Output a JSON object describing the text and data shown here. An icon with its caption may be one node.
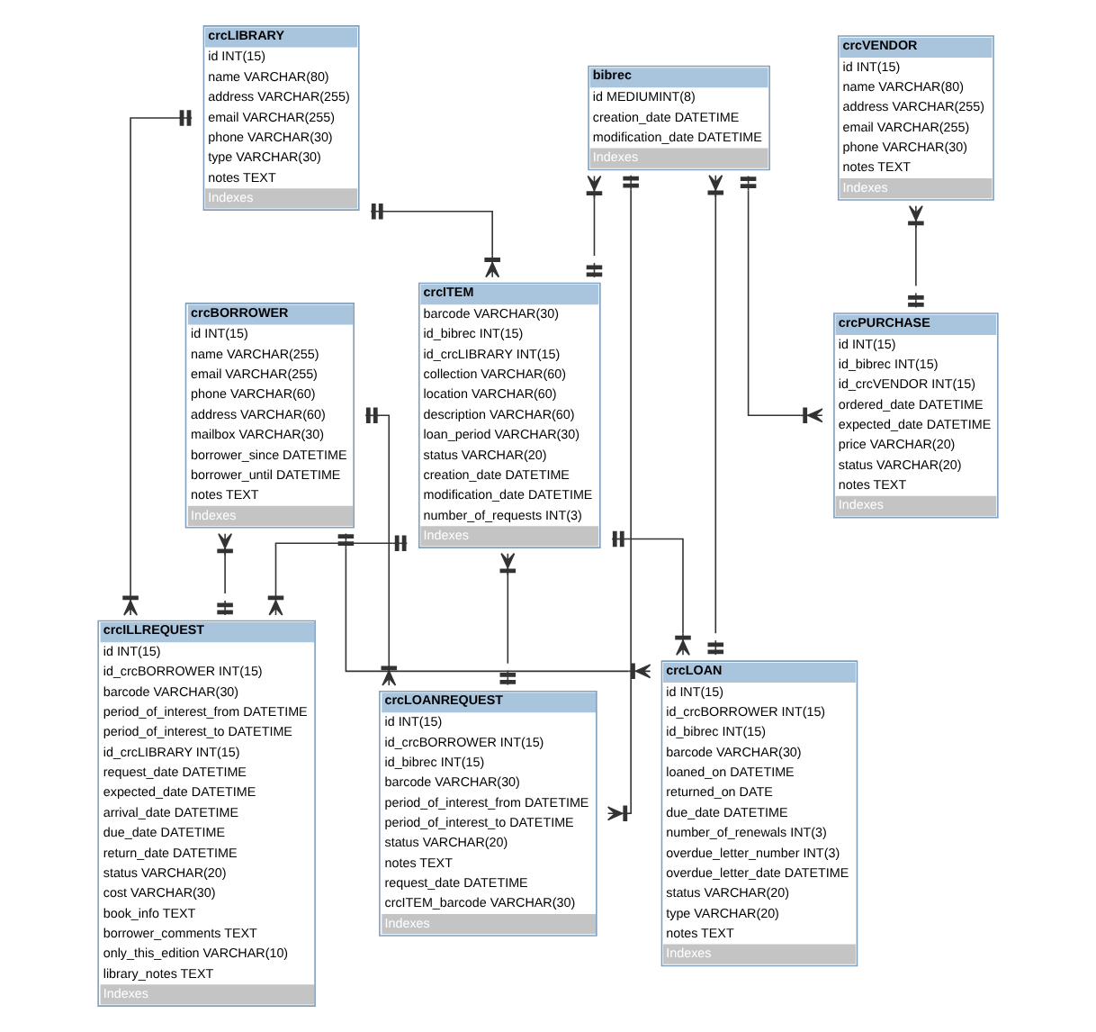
{
  "diagram": {
    "nodes": [
      {
        "text": [
          "crcLIBRARY",
          "id INT(15)",
          "name VARCHAR(80)",
          "address VARCHAR(255)",
          "email VARCHAR(255)",
          "phone VARCHAR(30)",
          "type VARCHAR(30)",
          "notes TEXT",
          "Indexes"
        ]
      },
      {
        "text": [
          "crcITEM",
          "barcode VARCHAR(30)",
          "id_bibrec INT(15)",
          "id_crcLIBRARY INT(15)",
          "collection VARCHAR(60)",
          "location VARCHAR(60)",
          "description VARCHAR(60)",
          "loan_period VARCHAR(30)",
          "status VARCHAR(20)",
          "creation_date DATETIME",
          "modification_date DATETIME",
          "number_of_requests INT(3)",
          "Indexes"
        ]
      },
      {
        "text": [
          "crcLOAN",
          "id INT(15)",
          "id_crcBORROWER INT(15)",
          "id_bibrec INT(15)",
          "barcode VARCHAR(30)",
          "loaned_on DATETIME",
          "returned_on DATE",
          "due_date DATETIME",
          "number_of_renewals INT(3)",
          "overdue_letter_number INT(3)",
          "overdue_letter_date DATETIME",
          "status VARCHAR(20)",
          "type VARCHAR(20)",
          "notes TEXT",
          "Indexes"
        ]
      },
      {
        "text": [
          "bibrec",
          "id MEDIUMINT(8)",
          "creation_date DATETIME",
          "modification_date DATETIME",
          "Indexes"
        ]
      },
      {
        "text": [
          "crcLOANREQUEST",
          "id INT(15)",
          "id_crcBORROWER INT(15)",
          "id_bibrec INT(15)",
          "barcode VARCHAR(30)",
          "period_of_interest_from DATETIME",
          "period_of_interest_to DATETIME",
          "status VARCHAR(20)",
          "notes TEXT",
          "request_date DATETIME",
          "crcITEM_barcode VARCHAR(30)",
          "Indexes"
        ]
      },
      {
        "text": [
          "crcILLREQUEST",
          "id INT(15)",
          "id_crcBORROWER INT(15)",
          "barcode VARCHAR(30)",
          "period_of_interest_from DATETIME",
          "period_of_interest_to DATETIME",
          "id_crcLIBRARY INT(15)",
          "request_date DATETIME",
          "expected_date DATETIME",
          "arrival_date DATETIME",
          "due_date DATETIME",
          "return_date DATETIME",
          "status VARCHAR(20)",
          "cost VARCHAR(30)",
          "book_info TEXT",
          "borrower_comments TEXT",
          "only_this_edition VARCHAR(10)",
          "library_notes TEXT",
          "Indexes"
        ]
      },
      {
        "text": [
          "crcPURCHASE",
          "id INT(15)",
          "id_bibrec INT(15)",
          "id_crcVENDOR INT(15)",
          "ordered_date DATETIME",
          "expected_date DATETIME",
          "price VARCHAR(20)",
          "status VARCHAR(20)",
          "notes TEXT",
          "Indexes"
        ]
      },
      {
        "text": [
          "crcBORROWER",
          "id INT(15)",
          "name VARCHAR(255)",
          "email VARCHAR(255)",
          "phone VARCHAR(60)",
          "address VARCHAR(60)",
          "mailbox VARCHAR(30)",
          "borrower_since DATETIME",
          "borrower_until DATETIME",
          "notes TEXT",
          "Indexes"
        ]
      },
      {
        "text": [
          "crcVENDOR",
          "id INT(15)",
          "name VARCHAR(80)",
          "address VARCHAR(255)",
          "email VARCHAR(255)",
          "phone VARCHAR(30)",
          "notes TEXT",
          "Indexes"
        ]
      }
    ],
    "edges": [
      {
        "from": 0,
        "to": 1,
        "arrow": "other"
      },
      {
        "from": 3,
        "to": 1,
        "arrow": "other"
      },
      {
        "from": 3,
        "to": 2,
        "arrow": "other"
      },
      {
        "from": 1,
        "to": 2,
        "arrow": "other"
      },
      {
        "from": 7,
        "to": 2,
        "arrow": "other"
      },
      {
        "from": 1,
        "to": 4,
        "arrow": "other"
      },
      {
        "from": 0,
        "to": 5,
        "arrow": "other"
      },
      {
        "from": 1,
        "to": 5,
        "arrow": "other"
      },
      {
        "from": 7,
        "to": 5,
        "arrow": "other"
      },
      {
        "from": 7,
        "to": 4,
        "arrow": "other"
      },
      {
        "from": 3,
        "to": 6,
        "arrow": "other"
      },
      {
        "from": 3,
        "to": 4,
        "arrow": "other"
      },
      {
        "from": 8,
        "to": 6,
        "arrow": "other"
      }
    ]
  }
}
